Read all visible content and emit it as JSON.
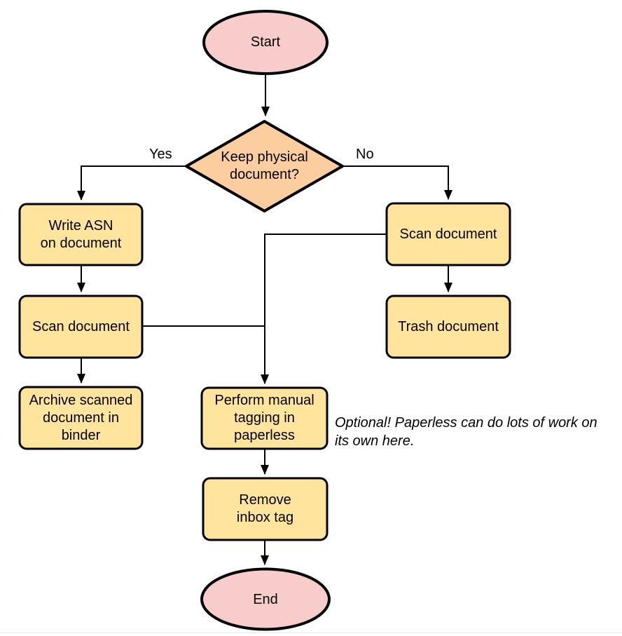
{
  "diagram": {
    "type": "flowchart",
    "nodes": {
      "start": {
        "label": "Start",
        "shape": "terminator"
      },
      "decision": {
        "label": "Keep physical\ndocument?",
        "shape": "decision"
      },
      "write_asn": {
        "label": "Write ASN\non document",
        "shape": "process"
      },
      "scan_left": {
        "label": "Scan document",
        "shape": "process"
      },
      "archive": {
        "label": "Archive scanned\ndocument in\nbinder",
        "shape": "process"
      },
      "scan_right": {
        "label": "Scan document",
        "shape": "process"
      },
      "trash": {
        "label": "Trash document",
        "shape": "process"
      },
      "tagging": {
        "label": "Perform manual\ntagging in\npaperless",
        "shape": "process"
      },
      "remove_tag": {
        "label": "Remove\ninbox tag",
        "shape": "process"
      },
      "end": {
        "label": "End",
        "shape": "terminator"
      }
    },
    "edge_labels": {
      "yes": "Yes",
      "no": "No"
    },
    "edges": [
      {
        "from": "start",
        "to": "decision",
        "label": ""
      },
      {
        "from": "decision",
        "to": "write_asn",
        "label": "Yes"
      },
      {
        "from": "decision",
        "to": "scan_right",
        "label": "No"
      },
      {
        "from": "write_asn",
        "to": "scan_left",
        "label": ""
      },
      {
        "from": "scan_left",
        "to": "archive",
        "label": ""
      },
      {
        "from": "scan_left",
        "to": "tagging",
        "label": ""
      },
      {
        "from": "scan_right",
        "to": "trash",
        "label": ""
      },
      {
        "from": "scan_right",
        "to": "tagging",
        "label": ""
      },
      {
        "from": "tagging",
        "to": "remove_tag",
        "label": ""
      },
      {
        "from": "remove_tag",
        "to": "end",
        "label": ""
      }
    ],
    "annotation": "Optional! Paperless can do lots of work on\nits own here.",
    "colors": {
      "terminator_fill": "#F9CCCC",
      "decision_fill": "#FBCD9F",
      "process_fill": "#FFE49E",
      "stroke": "#000000"
    }
  }
}
